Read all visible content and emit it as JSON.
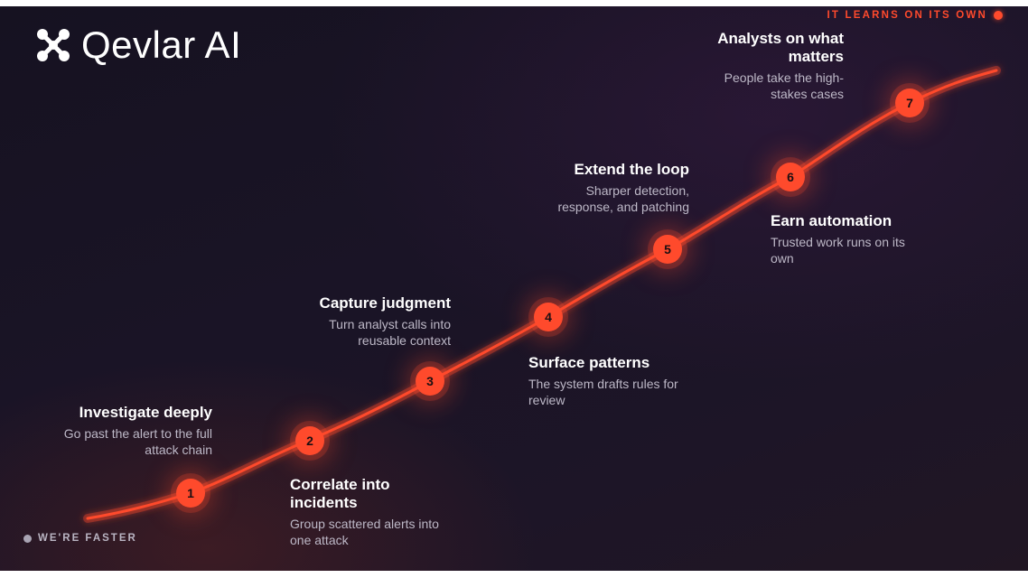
{
  "brand": {
    "name": "Qevlar AI"
  },
  "tags": {
    "top": "IT LEARNS ON ITS OWN",
    "bottom": "WE'RE FASTER"
  },
  "colors": {
    "accent": "#ff4a2c",
    "background": "#1a1426",
    "text": "#ffffff",
    "muted": "#bdb8c7"
  },
  "steps": [
    {
      "num": "1",
      "title": "Investigate deeply",
      "desc": "Go past the alert to the full attack chain"
    },
    {
      "num": "2",
      "title": "Correlate into incidents",
      "desc": "Group scattered alerts into one attack"
    },
    {
      "num": "3",
      "title": "Capture judgment",
      "desc": "Turn analyst calls into reusable context"
    },
    {
      "num": "4",
      "title": "Surface patterns",
      "desc": "The system drafts rules for review"
    },
    {
      "num": "5",
      "title": "Extend the loop",
      "desc": "Sharper detection, response, and patching"
    },
    {
      "num": "6",
      "title": "Earn automation",
      "desc": "Trusted work runs on its own"
    },
    {
      "num": "7",
      "title": "Analysts on what matters",
      "desc": "People take the high-stakes cases"
    }
  ]
}
